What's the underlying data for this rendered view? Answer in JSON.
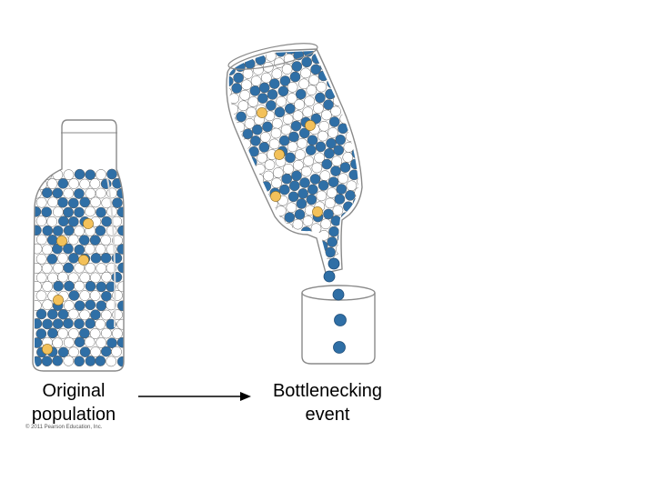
{
  "labels": {
    "original_line1": "Original",
    "original_line2": "population",
    "bottleneck_line1": "Bottlenecking",
    "bottleneck_line2": "event"
  },
  "copyright": "© 2011 Pearson Education, Inc.",
  "colors": {
    "allele_blue": "#2f6fa6",
    "allele_white": "#ffffff",
    "allele_yellow": "#f3c15a",
    "outline": "#8a8a8a",
    "arrow": "#000000"
  }
}
